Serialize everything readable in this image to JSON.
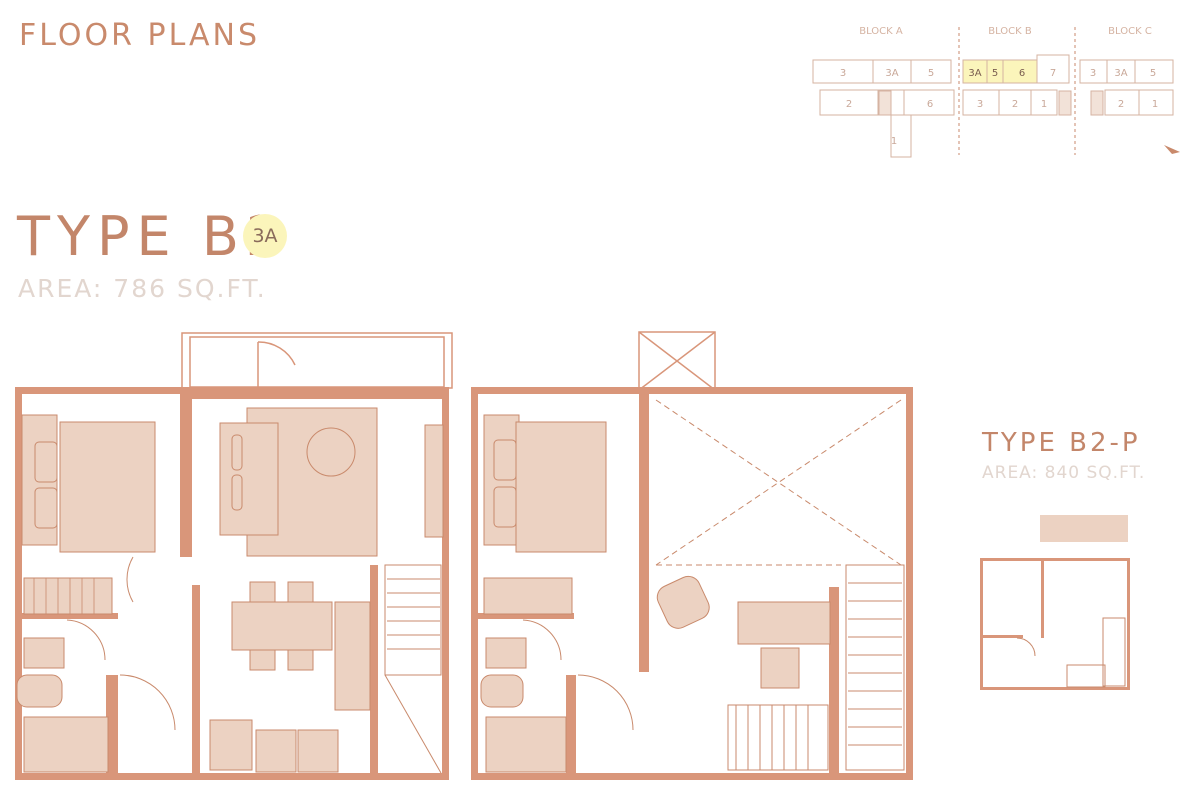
{
  "header": {
    "title": "FLOOR PLANS"
  },
  "key_plan": {
    "blocks": [
      "BLOCK A",
      "BLOCK B",
      "BLOCK C"
    ],
    "block_a_top": [
      "3",
      "3A",
      "5"
    ],
    "block_a_bottom": [
      "2",
      "6",
      "1"
    ],
    "block_b_top": [
      "3A",
      "5",
      "6",
      "7"
    ],
    "block_b_bottom": [
      "3",
      "2",
      "1"
    ],
    "block_c_top": [
      "3",
      "3A",
      "5"
    ],
    "block_c_bottom": [
      "2",
      "1"
    ],
    "highlight_color": "#fbf5bb"
  },
  "unit": {
    "type": "TYPE B2",
    "badge": "3A",
    "area": "AREA: 786 SQ.FT."
  },
  "penthouse": {
    "type": "TYPE B2-P",
    "area": "AREA: 840 SQ.FT."
  },
  "colors": {
    "wall": "#d9967a",
    "furniture": "#ecd2c2",
    "line": "#c98a6c",
    "badge": "#fbf5bb"
  }
}
